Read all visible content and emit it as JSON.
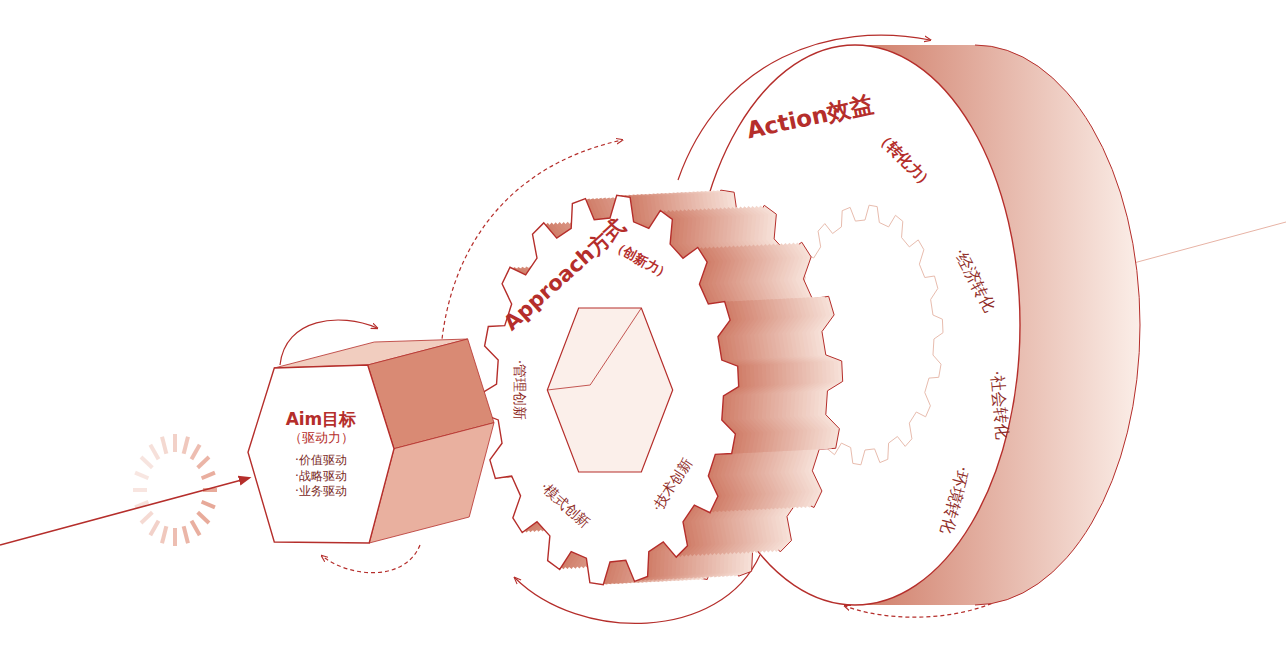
{
  "diagram": {
    "nodes": [
      {
        "text": [
          "Aim目标",
          "（驱动力）",
          "·价值驱动",
          "·战略驱动",
          "·业务驱动"
        ]
      },
      {
        "text": [
          "Approach方式",
          "（创新力）",
          "·管理创新",
          "·模式创新",
          "·技术创新"
        ]
      },
      {
        "text": [
          "Action效益",
          "（转化力）",
          "·经济转化",
          "·社会转化",
          "·环境转化"
        ]
      }
    ]
  }
}
